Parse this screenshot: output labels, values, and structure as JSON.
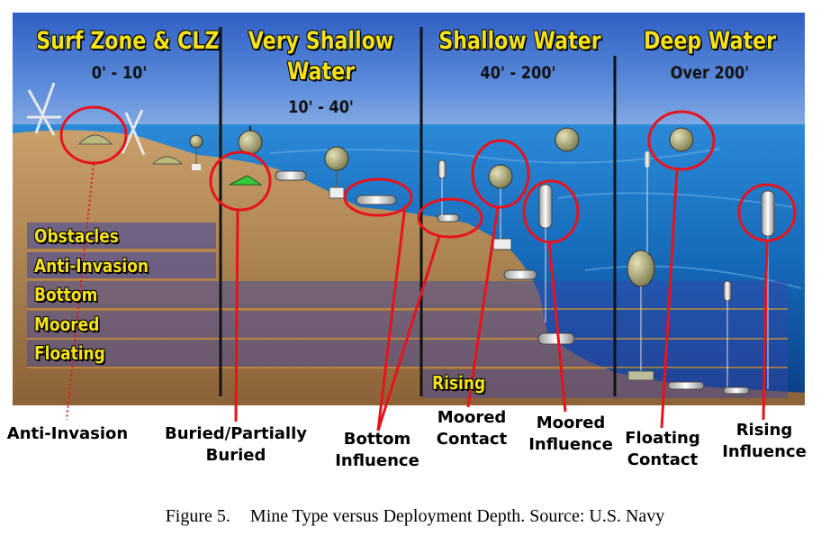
{
  "zones": [
    {
      "title_lines": [
        "Surf Zone & CLZ"
      ],
      "depth": "0' - 10'"
    },
    {
      "title_lines": [
        "Very Shallow",
        "Water"
      ],
      "depth": "10' - 40'"
    },
    {
      "title_lines": [
        "Shallow Water"
      ],
      "depth": "40' - 200'"
    },
    {
      "title_lines": [
        "Deep Water"
      ],
      "depth": "Over 200'"
    }
  ],
  "bands": [
    "Obstacles",
    "Anti-Invasion",
    "Bottom",
    "Moored",
    "Floating",
    "Rising"
  ],
  "callouts": [
    {
      "lines": [
        "Anti-Invasion"
      ]
    },
    {
      "lines": [
        "Buried/Partially",
        "Buried"
      ]
    },
    {
      "lines": [
        "Bottom",
        "Influence"
      ]
    },
    {
      "lines": [
        "Moored",
        "Contact"
      ]
    },
    {
      "lines": [
        "Moored",
        "Influence"
      ]
    },
    {
      "lines": [
        "Floating",
        "Contact"
      ]
    },
    {
      "lines": [
        "Rising",
        "Influence"
      ]
    }
  ],
  "caption": {
    "number": "Figure 5.",
    "text": "Mine Type versus Deployment Depth. Source: U.S. Navy"
  },
  "colors": {
    "sky": "#3d6fcf",
    "water": "#1e78c8",
    "deep_water": "#0c4e9a",
    "seabed": "#b88a58",
    "band": "#3a44a8",
    "title": "#f5e21a",
    "callout_circle": "#e8131b"
  }
}
